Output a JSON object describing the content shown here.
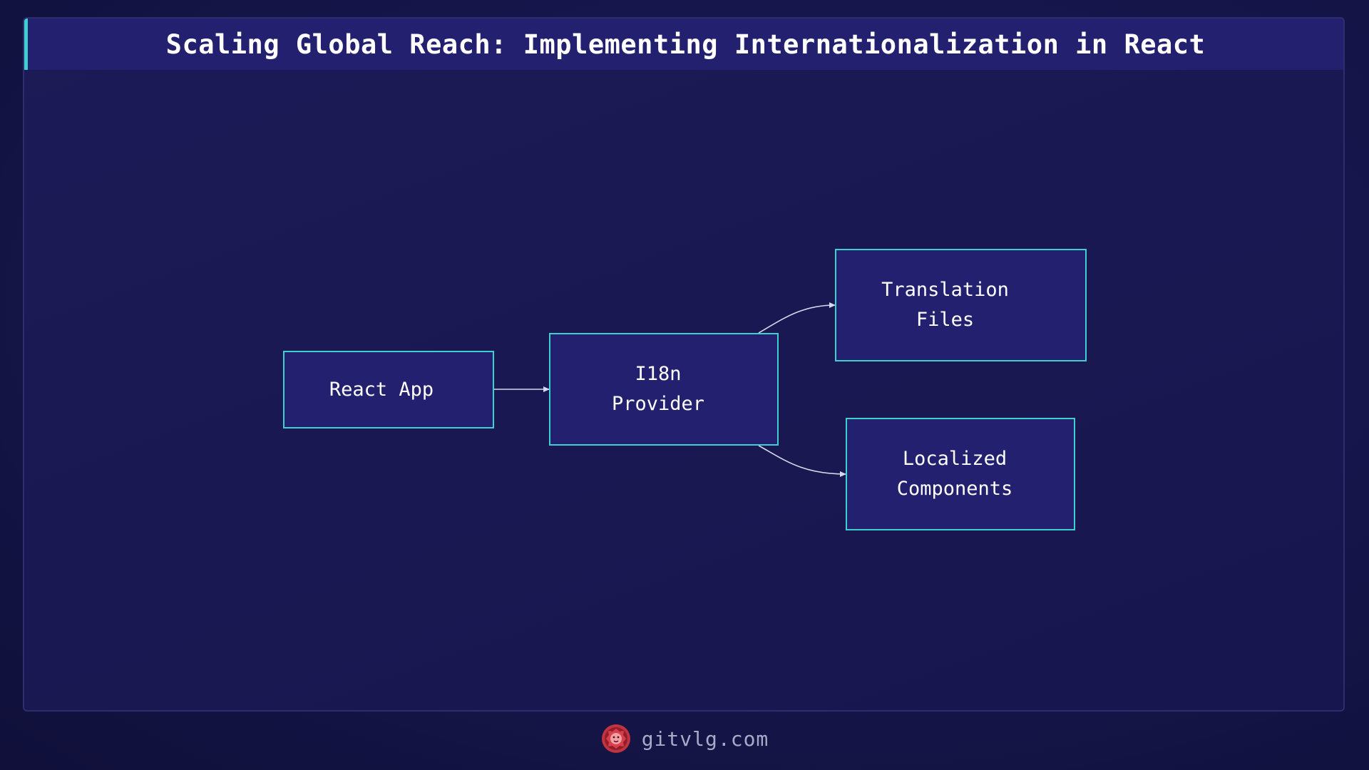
{
  "header": {
    "title": "Scaling Global Reach: Implementing Internationalization in React"
  },
  "diagram": {
    "nodes": [
      {
        "id": "react-app",
        "label": "React App"
      },
      {
        "id": "i18n-provider",
        "label": "I18n\nProvider"
      },
      {
        "id": "translation-files",
        "label": "Translation\nFiles"
      },
      {
        "id": "localized-components",
        "label": "Localized\nComponents"
      }
    ],
    "edges": [
      {
        "from": "react-app",
        "to": "i18n-provider"
      },
      {
        "from": "i18n-provider",
        "to": "translation-files"
      },
      {
        "from": "i18n-provider",
        "to": "localized-components"
      }
    ],
    "colors": {
      "node_fill": "#23216f",
      "node_border": "#3ecfcf",
      "edge": "#d8d8ec"
    }
  },
  "footer": {
    "site": "gitvlg.com",
    "logo_icon": "lion-logo-icon"
  }
}
